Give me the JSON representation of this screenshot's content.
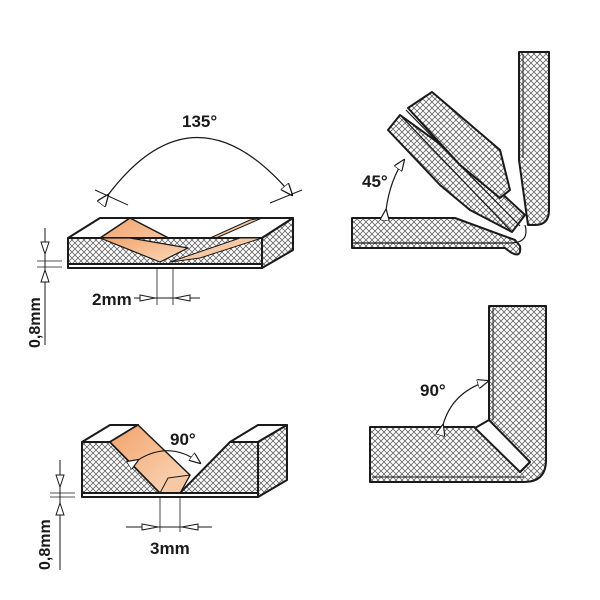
{
  "diagram": {
    "top_left": {
      "angle_label": "135°",
      "width_label": "2mm",
      "depth_label": "0,8mm"
    },
    "top_right": {
      "angle_label": "45°"
    },
    "bottom_left": {
      "angle_label": "90°",
      "width_label": "3mm",
      "depth_label": "0,8mm"
    },
    "bottom_right": {
      "angle_label": "90°"
    },
    "colors": {
      "line": "#1a1a1a",
      "groove_orange": "#e8915a",
      "groove_light": "#f6c9a4",
      "hatch": "#555555",
      "background": "#ffffff"
    }
  }
}
